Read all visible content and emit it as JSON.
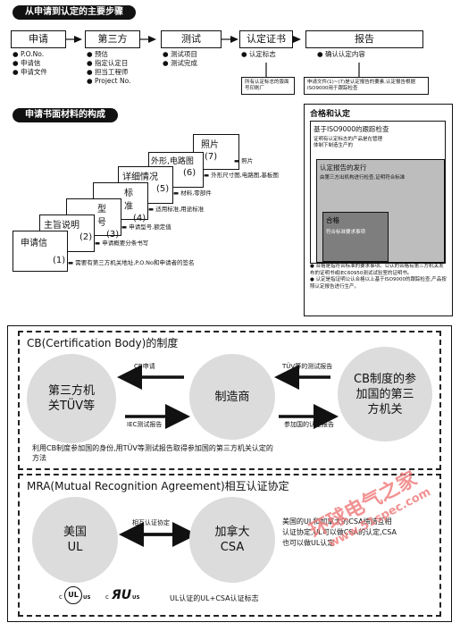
{
  "steps_title": "从申请到认定的主要步骤",
  "steps": [
    {
      "label": "申请",
      "items": [
        "P.O.No.",
        "申请信",
        "申请文件"
      ]
    },
    {
      "label": "第三方",
      "items": [
        "预估",
        "指定认定日",
        "担当工程师",
        "Project No."
      ]
    },
    {
      "label": "测试",
      "items": [
        "测试项目",
        "测试完成"
      ]
    },
    {
      "label": "认定证书",
      "items": [
        "认定标志"
      ]
    },
    {
      "label": "报告",
      "items": [
        "确认认定内容"
      ]
    }
  ],
  "note_cert": "所有认定标志的版面号印刷厂",
  "note_report": "申请文件(1)~(7)是认定报告的要素,认定报告根据ISO9000用于跟踪检查",
  "docs_title": "申请书面材料的构成",
  "docs": [
    {
      "num": "(1)",
      "label": "申请信",
      "desc": "需要有第三方机关地址,P.O.No和申请者的签名"
    },
    {
      "num": "(2)",
      "label": "主旨说明",
      "desc": "申请概要分条书写"
    },
    {
      "num": "(3)",
      "label": "型号",
      "desc": "申请型号,额定值"
    },
    {
      "num": "(4)",
      "label": "标准",
      "desc": "适用标准,用途标准"
    },
    {
      "num": "(5)",
      "label": "详细情况",
      "desc": "材料,零部件"
    },
    {
      "num": "(6)",
      "label": "外形,电路图",
      "desc": "外形尺寸图,电路图,基板图"
    },
    {
      "num": "(7)",
      "label": "照片",
      "desc": "照片"
    }
  ],
  "qual": {
    "title": "合格和认定",
    "outer_title": "基于ISO9000的跟踪检查",
    "outer_text": "证明有认定标志的产品是在管理体制下制造生产的",
    "mid_title": "认定报告的发行",
    "mid_text": "由第三方出机构进行检查,证明符合标准",
    "inner_title": "合格",
    "inner_text": "符合标准要求事项",
    "notes": [
      "合格是指符合标准的要求事项。公认的合格有第三方机关发布的证明书或IEC60950测试试验室的证明书。",
      "认定是指证明公认合格以上基于ISO9000的跟踪检查,产品按照认定报告进行生产。"
    ]
  },
  "cb": {
    "title": "CB(Certification Body)的制度",
    "left": "第三方机关TÜV等",
    "center": "制造商",
    "right": "CB制度的参加国的第三方机关",
    "arrow1": "CB申请",
    "arrow2": "IEC测试报告",
    "arrow3": "TÜV等的测试报告",
    "arrow4": "参加国的认定报告",
    "caption": "利用CB制度参加国的身份,用TÜV等测试报告取得参加国的第三方机关认定的方法"
  },
  "mra": {
    "title": "MRA(Mutual Recognition Agreement)相互认证协定",
    "left": "美国UL",
    "right": "加拿大CSA",
    "arrow": "相互认证协定",
    "text": "美国的UL和加拿大的CSA缔结互相认证协定,UL可以做CSA的认定,CSA也可以做UL认定",
    "logo1_mark": "UL",
    "logo2_mark": "ЯU",
    "logo_c": "c",
    "logo_us": "US",
    "logo_caption": "UL认证的UL+CSA认证标志"
  },
  "watermark": "环球电气之家",
  "watermark_url": "www.51spec.com"
}
